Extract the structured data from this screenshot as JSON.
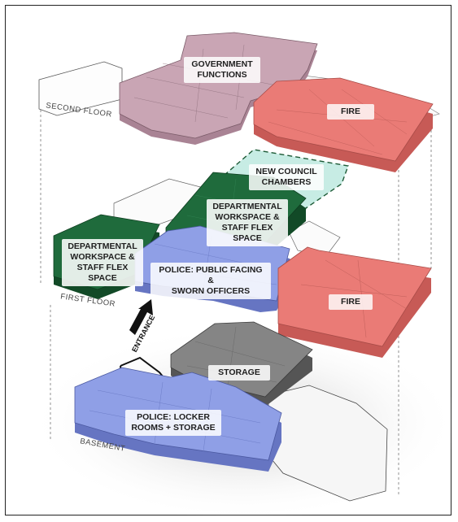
{
  "floors": {
    "second": "SECOND FLOOR",
    "first": "FIRST FLOOR",
    "basement": "BASEMENT"
  },
  "labels": {
    "government": "GOVERNMENT\nFUNCTIONS",
    "fire_second": "FIRE",
    "council": "NEW COUNCIL\nCHAMBERS",
    "dept_center": "DEPARTMENTAL\nWORKSPACE &\nSTAFF FLEX SPACE",
    "dept_left": "DEPARTMENTAL\nWORKSPACE &\nSTAFF FLEX SPACE",
    "police_first": "POLICE: PUBLIC FACING &\nSWORN OFFICERS",
    "fire_first": "FIRE",
    "storage": "STORAGE",
    "police_basement": "POLICE: LOCKER\nROOMS + STORAGE",
    "entrance": "ENTRANCE"
  },
  "colors": {
    "government": "#c9a5b4",
    "fire": "#ea7b76",
    "council": "#c7ece4",
    "dept": "#1f6b3c",
    "police": "#8f9fe6",
    "storage": "#858585"
  }
}
